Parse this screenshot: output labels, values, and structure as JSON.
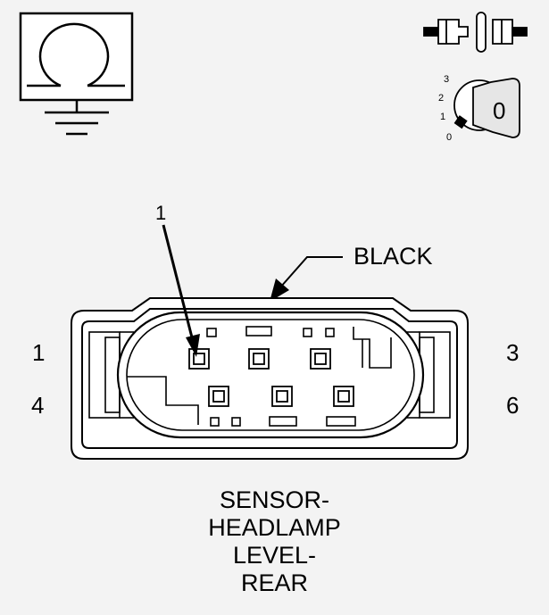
{
  "diagram": {
    "color_label": "BLACK",
    "callout_number": "1",
    "pin_labels": {
      "top_left": "1",
      "top_right": "3",
      "bottom_left": "4",
      "bottom_right": "6"
    },
    "ignition_positions": [
      "3",
      "2",
      "1",
      "0"
    ],
    "key_label": "0",
    "title_lines": [
      "SENSOR-",
      "HEADLAMP",
      "LEVEL-",
      "REAR"
    ],
    "colors": {
      "line": "#000000",
      "background": "#f3f3f3",
      "fill": "#ffffff",
      "key_fill": "#e6e6e6"
    }
  }
}
